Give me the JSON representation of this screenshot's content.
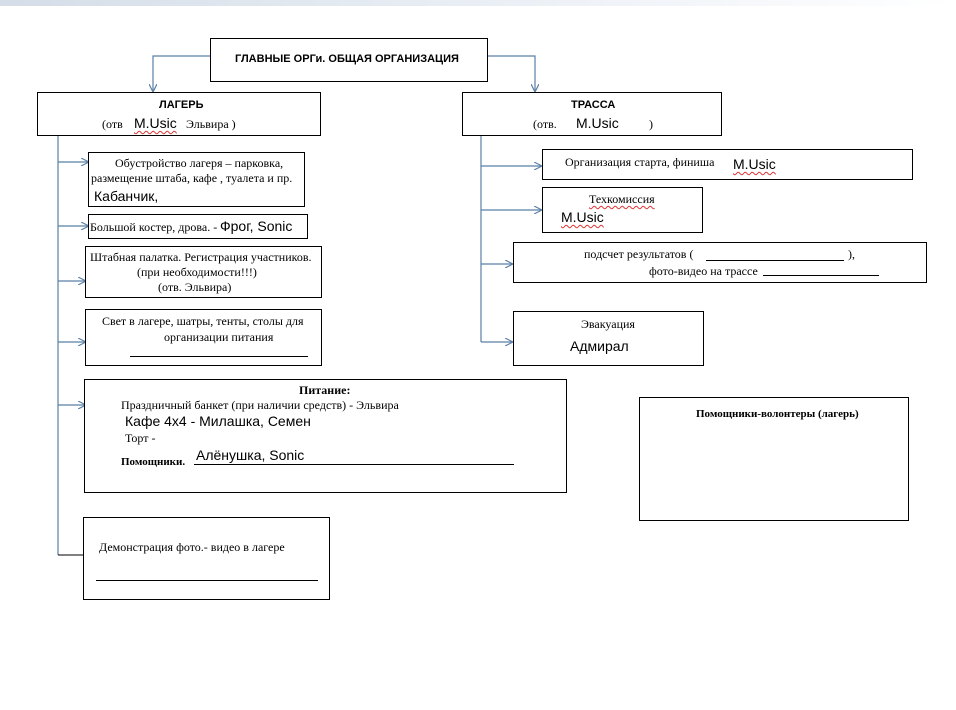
{
  "root": {
    "title": "ГЛАВНЫЕ ОРГи. ОБЩАЯ ОРГАНИЗАЦИЯ"
  },
  "camp": {
    "title": "ЛАГЕРЬ",
    "resp_prefix": "(отв",
    "resp_name": "M.Usic",
    "resp_suffix": "Эльвира )",
    "items": {
      "setup": {
        "line1": "Обустройство лагеря – парковка,",
        "line2": "размещение штаба,  кафе , туалета и пр.",
        "person": "Кабанчик,"
      },
      "bonfire": {
        "text": "Большой костер, дрова. -",
        "person": "Фрог, Sonic"
      },
      "hq": {
        "line1": "Штабная палатка. Регистрация  участников.",
        "line2": "(при необходимости!!!)",
        "line3": "(отв. Эльвира)"
      },
      "light": {
        "line1": "Свет в лагере, шатры, тенты, столы для",
        "line2": "организации  питания"
      },
      "food": {
        "title": "Питание:",
        "banquet": "Праздничный банкет  (при наличии средств)   - Эльвира",
        "cafe": "Кафе 4х4 - Милашка, Семен",
        "cake": "Торт -",
        "helpers_label": "Помощники.",
        "helpers": "Алёнушка, Sonic"
      },
      "demo": {
        "text": "Демонстрация фото.- видео в лагере"
      }
    }
  },
  "track": {
    "title": "ТРАССА",
    "resp_prefix": "(отв.",
    "resp_name": "M.Usic",
    "resp_suffix": ")",
    "items": {
      "start": {
        "text": "Организация старта, финиша",
        "person": "M.Usic"
      },
      "tech": {
        "text": "Техкомиссия",
        "person": "M.Usic"
      },
      "results": {
        "line1": "подсчет результатов (",
        "line1_end": "),",
        "line2": "фото-видео на трассе"
      },
      "evac": {
        "text": "Эвакуация",
        "person": "Адмирал"
      }
    }
  },
  "volunteers": {
    "title": "Помощники-волонтеры  (лагерь)"
  }
}
